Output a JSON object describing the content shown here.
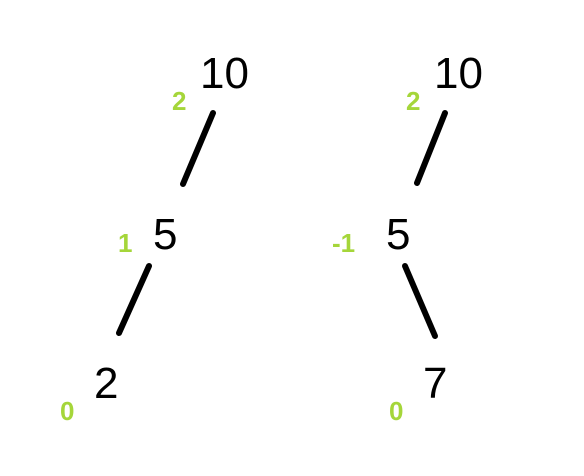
{
  "colors": {
    "node_text": "#000000",
    "balance_text": "#a5d63a",
    "edge": "#000000",
    "background": "#ffffff"
  },
  "trees": [
    {
      "nodes": [
        {
          "value": "10",
          "balance": "2"
        },
        {
          "value": "5",
          "balance": "1"
        },
        {
          "value": "2",
          "balance": "0"
        }
      ]
    },
    {
      "nodes": [
        {
          "value": "10",
          "balance": "2"
        },
        {
          "value": "5",
          "balance": "-1"
        },
        {
          "value": "7",
          "balance": "0"
        }
      ]
    }
  ]
}
